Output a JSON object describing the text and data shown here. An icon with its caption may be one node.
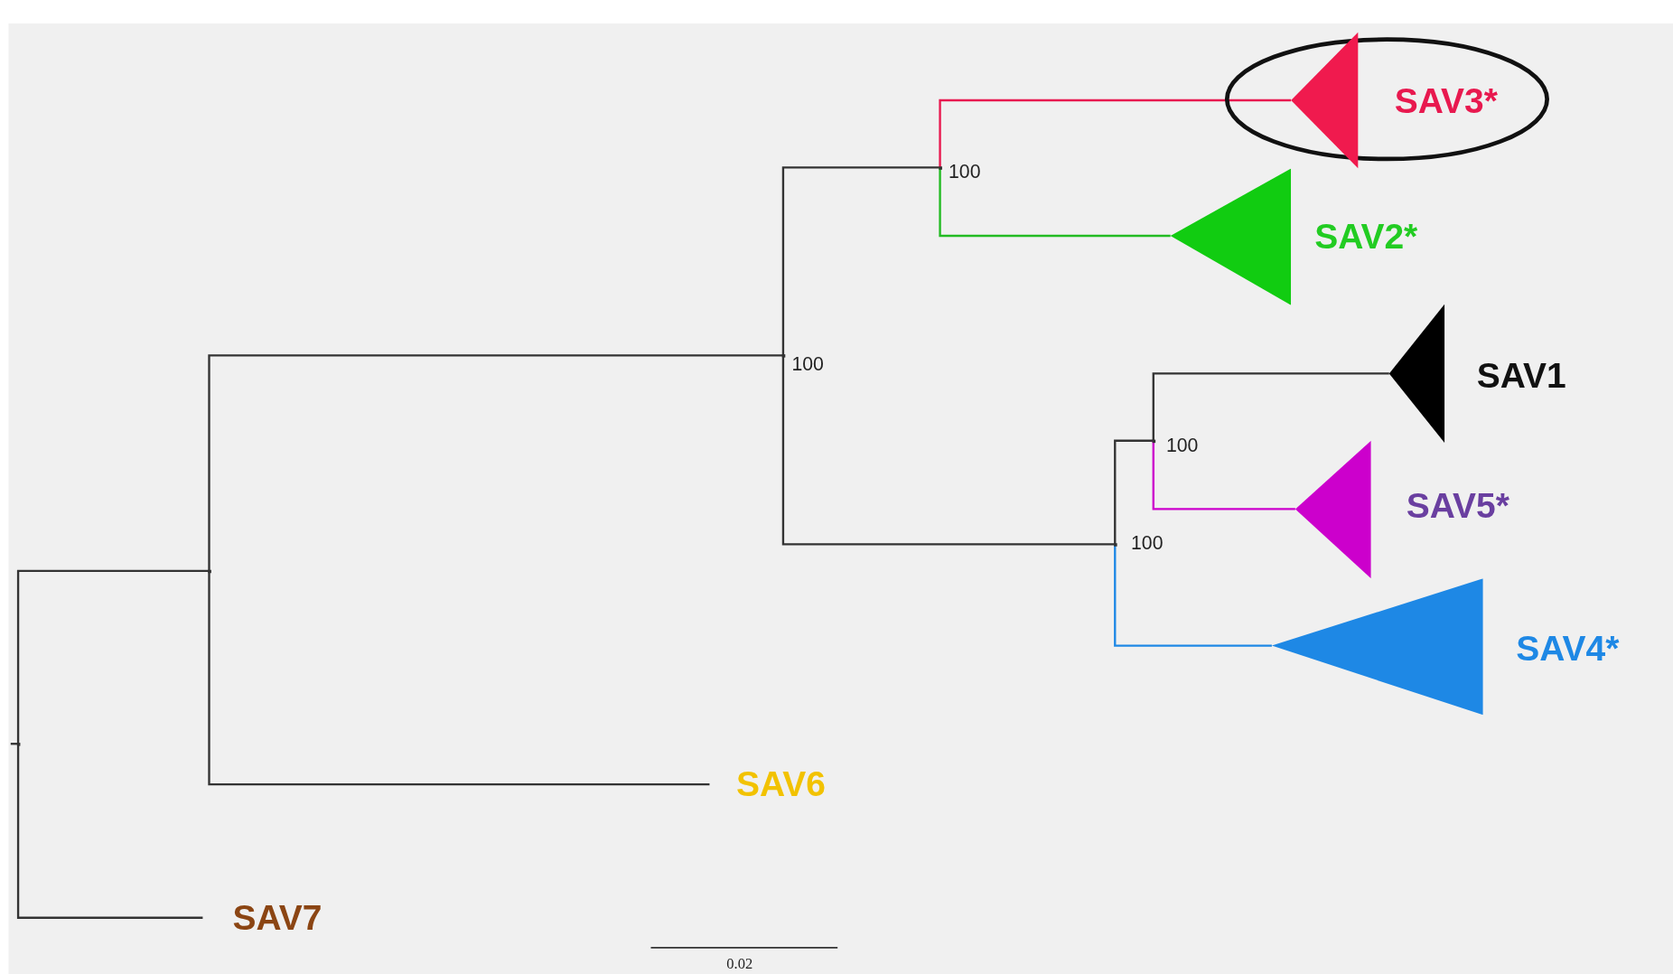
{
  "diagram": {
    "nodes": [
      {
        "text": [],
        "shape": "point"
      },
      {
        "text": [],
        "shape": "point"
      },
      {
        "text": [],
        "shape": "point",
        "beside": [
          "100"
        ]
      },
      {
        "text": [],
        "shape": "point",
        "beside": [
          "100"
        ]
      },
      {
        "text": [],
        "shape": "triangle",
        "beside": [
          "SAV3*"
        ]
      },
      {
        "text": [],
        "shape": "triangle",
        "beside": [
          "SAV2*"
        ]
      },
      {
        "text": [],
        "shape": "point",
        "beside": [
          "100"
        ]
      },
      {
        "text": [],
        "shape": "point",
        "beside": [
          "100"
        ]
      },
      {
        "text": [],
        "shape": "triangle",
        "beside": [
          "SAV1"
        ]
      },
      {
        "text": [],
        "shape": "triangle",
        "beside": [
          "SAV5*"
        ]
      },
      {
        "text": [],
        "shape": "triangle",
        "beside": [
          "SAV4*"
        ]
      },
      {
        "text": [
          "SAV6"
        ]
      },
      {
        "text": [
          "SAV7"
        ]
      }
    ],
    "edges": [
      {
        "from": null,
        "to": 0,
        "arrow": "none"
      },
      {
        "from": 0,
        "to": 1,
        "arrow": "none"
      },
      {
        "from": 0,
        "to": 12,
        "arrow": "none"
      },
      {
        "from": 1,
        "to": 2,
        "arrow": "none"
      },
      {
        "from": 1,
        "to": 11,
        "arrow": "none"
      },
      {
        "from": 2,
        "to": 3,
        "arrow": "none"
      },
      {
        "from": 2,
        "to": 6,
        "arrow": "none"
      },
      {
        "from": 3,
        "to": 4,
        "arrow": "none",
        "color": "#e8194f"
      },
      {
        "from": 3,
        "to": 5,
        "arrow": "none",
        "color": "#22bb22"
      },
      {
        "from": 6,
        "to": 7,
        "arrow": "none"
      },
      {
        "from": 6,
        "to": 10,
        "arrow": "none",
        "color": "#1e88e5"
      },
      {
        "from": 7,
        "to": 8,
        "arrow": "none"
      },
      {
        "from": 7,
        "to": 9,
        "arrow": "none",
        "color": "#cc00cc"
      }
    ],
    "labels": [
      "0.02"
    ]
  }
}
